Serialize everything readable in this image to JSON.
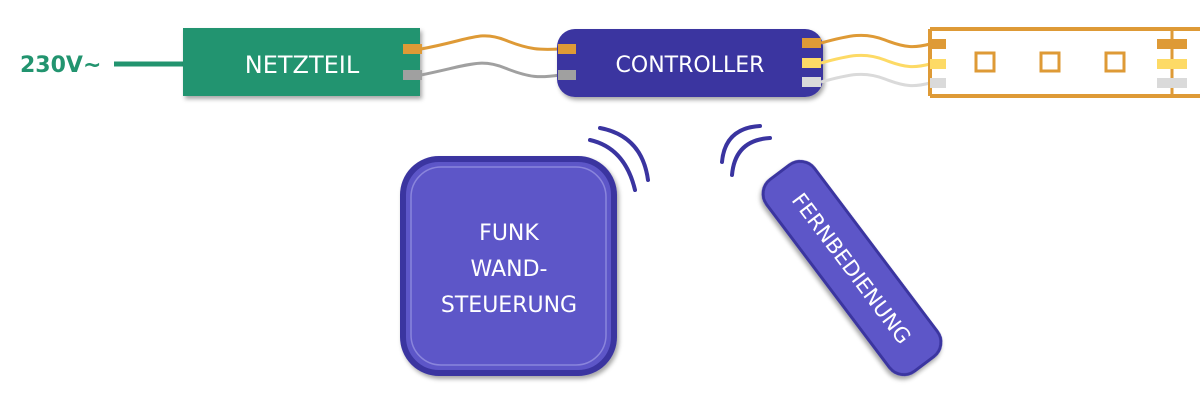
{
  "colors": {
    "green": "#22946f",
    "controller": "#3a34a0",
    "device_fill": "#5d57c8",
    "device_border": "#3a34a0",
    "wire_orange": "#de9a36",
    "wire_gray": "#a0a0a0",
    "wire_yellow": "#fdda66",
    "wire_light": "#dadada",
    "strip": "#de9a36"
  },
  "mains": {
    "label": "230V~"
  },
  "power_supply": {
    "label": "NETZTEIL"
  },
  "controller": {
    "label": "CONTROLLER"
  },
  "wall_control": {
    "lines": [
      "FUNK",
      "WAND-",
      "STEUERUNG"
    ]
  },
  "remote": {
    "label": "FERNBEDIENUNG"
  },
  "led_strip": {
    "led_count": 3
  }
}
